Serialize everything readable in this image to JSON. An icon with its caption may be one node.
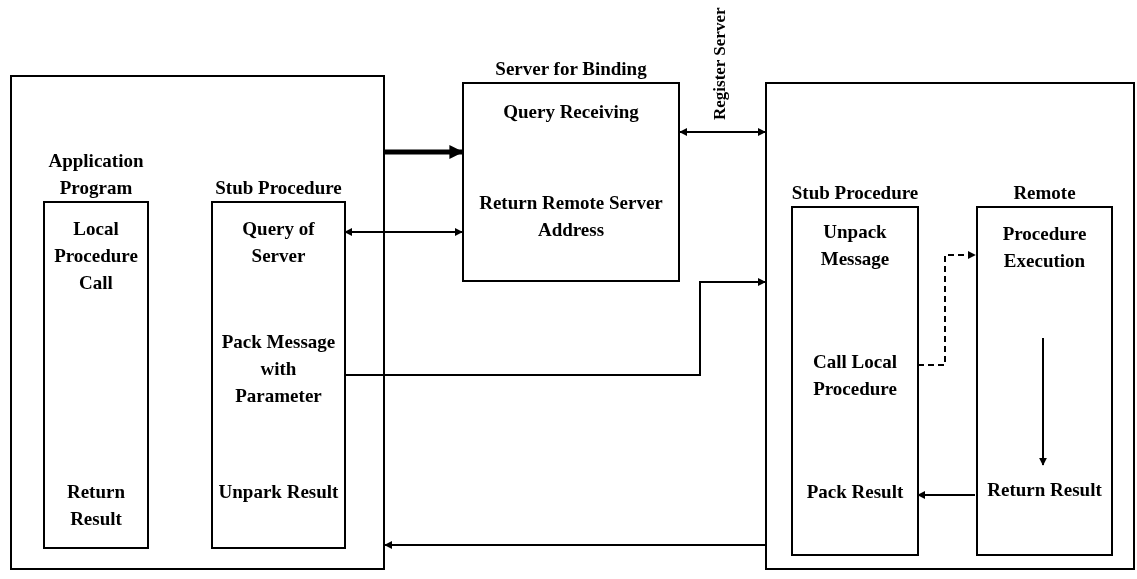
{
  "diagram": {
    "nodes": [
      {
        "text": [],
        "shape": "box"
      },
      {
        "text": [
          "Application Program",
          "Local Procedure Call",
          "Return Result"
        ],
        "in": 0
      },
      {
        "text": [
          "Stub Procedure",
          "Query of Server",
          "Pack Message with Parameter",
          "Unpark Result"
        ],
        "in": 0
      },
      {
        "text": [
          "Server for Binding",
          "Query Receiving",
          "Return Remote Server Address"
        ]
      },
      {
        "text": [],
        "shape": "box"
      },
      {
        "text": [
          "Stub Procedure",
          "Unpack Message",
          "Call Local Procedure",
          "Pack Result"
        ],
        "in": 4
      },
      {
        "text": [
          "Remote",
          "Procedure Execution",
          "Return Result"
        ],
        "in": 4
      }
    ],
    "edges": [
      {
        "from": 0,
        "to": 3,
        "arrow": "to",
        "style": "thick"
      },
      {
        "from": 2,
        "to": 3,
        "arrow": "both"
      },
      {
        "from": 3,
        "to": 4,
        "arrow": "both",
        "label": "Register Server"
      },
      {
        "from": 2,
        "to": 4,
        "arrow": "to"
      },
      {
        "from": 4,
        "to": 0,
        "arrow": "to"
      },
      {
        "from": 5,
        "to": 6,
        "arrow": "to",
        "style": "dashed"
      },
      {
        "from": 6,
        "to": 5,
        "arrow": "to"
      }
    ]
  }
}
